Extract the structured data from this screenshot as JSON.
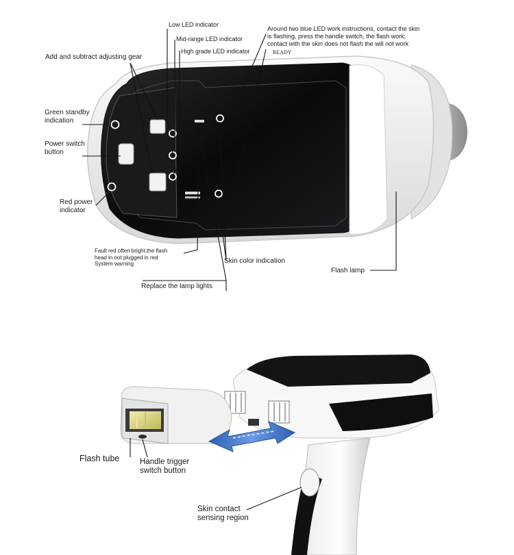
{
  "top_diagram": {
    "labels": {
      "low_led": "Low LED indicator",
      "mid_led": "Mid-range LED indicator",
      "high_led": "High grade LED indicator",
      "add_subtract": "Add and subtract adjusting gear",
      "ready_line1": "Around two blue LED work instructions, contact the skin",
      "ready_line2": "is flashing, press the handle switch, the flash work;",
      "ready_line3": "contact with the skin does not flash the will not work",
      "ready_tag": "READY",
      "green_standby_1": "Green standby",
      "green_standby_2": "indication",
      "power_switch_1": "Power switch",
      "power_switch_2": "button",
      "red_power_1": "Red power",
      "red_power_2": "indicator",
      "fault_1": "Fault red often bright,the flash",
      "fault_2": "head in not plugged in red",
      "fault_3": "System warning",
      "skin_color": "Skin color indication",
      "replace_lamp": "Replace the lamp lights",
      "flash_lamp": "Flash lamp"
    }
  },
  "bottom_diagram": {
    "labels": {
      "flash_tube": "Flash tube",
      "handle_trigger_1": "Handle trigger",
      "handle_trigger_2": "switch button",
      "skin_contact_1": "Skin contact",
      "skin_contact_2": "sensing region"
    }
  },
  "colors": {
    "panel": "#0d0d0f",
    "body": "#f4f4f4",
    "arrow_blue": "#3a6fc4",
    "lens_yellow": "#d9d37a"
  }
}
